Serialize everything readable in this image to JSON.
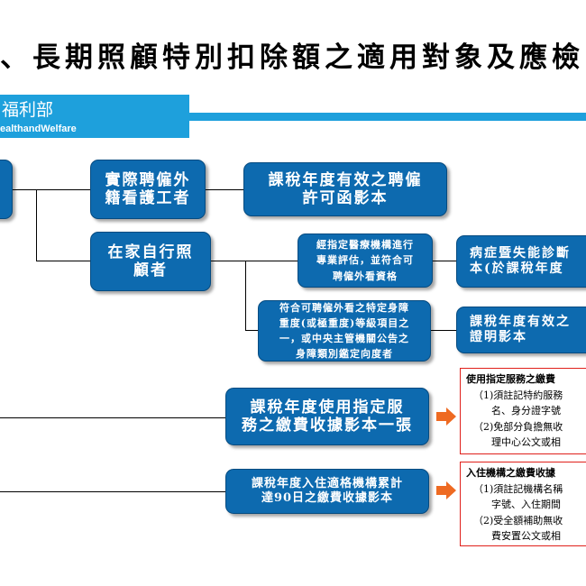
{
  "header": {
    "title": "、長期照顧特別扣除額之適用對象及應檢附",
    "org_zh": "福利部",
    "org_en": "ealthandWelfare"
  },
  "colors": {
    "box_fill": "#0d6aaf",
    "banner": "#1ea0dc",
    "arrow": "#ee6a22",
    "note_border": "#e0201b"
  },
  "nodes": {
    "foreign_caregiver": "實際聘僱外\n籍看護工者",
    "employment_permit": "課稅年度有效之聘僱\n許可函影本",
    "home_care": "在家自行照\n顧者",
    "hospital_assessment": "經指定醫療機構進行\n專業評估，並符合可\n聘僱外看資格",
    "diagnosis_cert": "病症暨失能診斷\n本(於課稅年度",
    "disability_criteria": "符合可聘僱外看之特定身障\n重度(或極重度)等級項目之\n一，或中央主管機關公告之\n身障類別鑑定向度者",
    "disability_cert": "課稅年度有效之\n證明影本",
    "designated_service_receipt": "課稅年度使用指定服\n務之繳費收據影本一張",
    "institution_receipt": "課稅年度入住適格機構累計\n達90日之繳費收據影本"
  },
  "notes": {
    "service": {
      "heading": "使用指定服務之繳費",
      "lines": [
        "（1)須註記特約服務",
        "名、身分證字號",
        "（2)免部分負擔無收",
        "理中心公文或相"
      ]
    },
    "institution": {
      "heading": "入住機構之繳費收據",
      "lines": [
        "（1)須註記機構名稱",
        "字號、入住期間",
        "（2)受全額補助無收",
        "費安置公文或相"
      ]
    }
  }
}
